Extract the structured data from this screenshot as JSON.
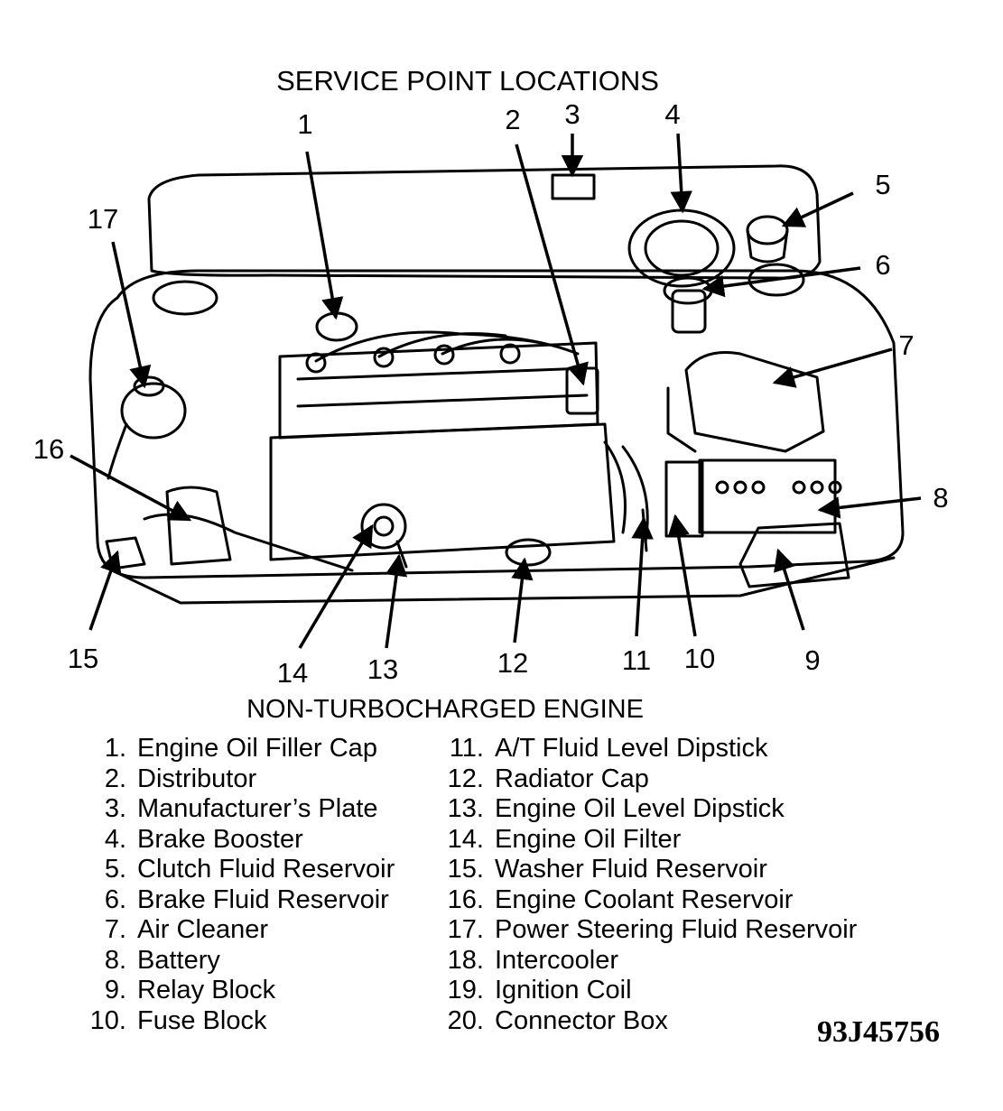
{
  "title": "SERVICE POINT LOCATIONS",
  "subtitle": "NON-TURBOCHARGED ENGINE",
  "figure_code": "93J45756",
  "callouts": [
    "1",
    "2",
    "3",
    "4",
    "5",
    "6",
    "7",
    "8",
    "9",
    "10",
    "11",
    "12",
    "13",
    "14",
    "15",
    "16",
    "17"
  ],
  "legend": [
    {
      "num": "1.",
      "label": "Engine Oil Filler Cap"
    },
    {
      "num": "2.",
      "label": "Distributor"
    },
    {
      "num": "3.",
      "label": "Manufacturer’s Plate"
    },
    {
      "num": "4.",
      "label": "Brake Booster"
    },
    {
      "num": "5.",
      "label": "Clutch Fluid Reservoir"
    },
    {
      "num": "6.",
      "label": "Brake Fluid Reservoir"
    },
    {
      "num": "7.",
      "label": "Air Cleaner"
    },
    {
      "num": "8.",
      "label": "Battery"
    },
    {
      "num": "9.",
      "label": "Relay Block"
    },
    {
      "num": "10.",
      "label": "Fuse Block"
    },
    {
      "num": "11.",
      "label": "A/T Fluid Level Dipstick"
    },
    {
      "num": "12.",
      "label": "Radiator Cap"
    },
    {
      "num": "13.",
      "label": "Engine Oil Level Dipstick"
    },
    {
      "num": "14.",
      "label": "Engine Oil Filter"
    },
    {
      "num": "15.",
      "label": "Washer Fluid Reservoir"
    },
    {
      "num": "16.",
      "label": "Engine Coolant Reservoir"
    },
    {
      "num": "17.",
      "label": "Power Steering Fluid Reservoir"
    },
    {
      "num": "18.",
      "label": "Intercooler"
    },
    {
      "num": "19.",
      "label": "Ignition Coil"
    },
    {
      "num": "20.",
      "label": "Connector Box"
    }
  ]
}
